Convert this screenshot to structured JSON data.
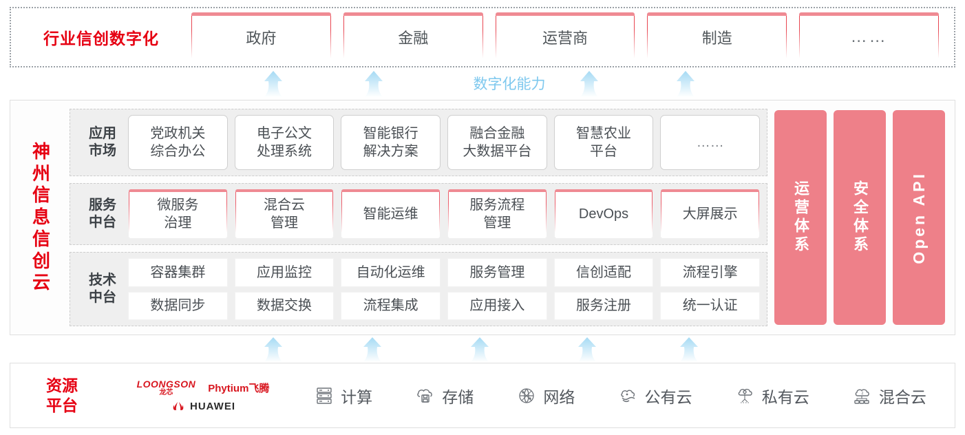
{
  "industry": {
    "title": "行业信创数字化",
    "boxes": [
      "政府",
      "金融",
      "运营商",
      "制造",
      "……"
    ]
  },
  "capability": {
    "label": "数字化能力",
    "arrow_icon": "up-arrow-icon",
    "top_arrow_count": 4,
    "bottom_arrow_count": 5
  },
  "platform": {
    "title_chars": [
      "神",
      "州",
      "信",
      "息",
      "信",
      "创",
      "云"
    ],
    "bands": [
      {
        "key": "app-market",
        "label": "应用\n市场",
        "cells": [
          "党政机关\n综合办公",
          "电子公文\n处理系统",
          "智能银行\n解决方案",
          "融合金融\n大数据平台",
          "智慧农业\n平台",
          "……"
        ]
      },
      {
        "key": "service-midend",
        "label": "服务\n中台",
        "cells": [
          "微服务\n治理",
          "混合云\n管理",
          "智能运维",
          "服务流程\n管理",
          "DevOps",
          "大屏展示"
        ]
      },
      {
        "key": "tech-midend",
        "label": "技术\n中台",
        "row1": [
          "容器集群",
          "应用监控",
          "自动化运维",
          "服务管理",
          "信创适配",
          "流程引擎"
        ],
        "row2": [
          "数据同步",
          "数据交换",
          "流程集成",
          "应用接入",
          "服务注册",
          "统一认证"
        ]
      }
    ],
    "side_panels": [
      {
        "text": "运营体系",
        "orientation": "vertical-cjk"
      },
      {
        "text": "安全体系",
        "orientation": "vertical-cjk"
      },
      {
        "text": "Open API",
        "orientation": "vertical-latin"
      }
    ]
  },
  "resource": {
    "title": "资源\n平台",
    "vendors": [
      {
        "name_en": "LOONGSON",
        "name_cn": "龙芯",
        "icon": "loongson-logo"
      },
      {
        "name": "Phytium飞腾",
        "icon": "phytium-logo"
      },
      {
        "name": "HUAWEI",
        "icon": "huawei-logo"
      }
    ],
    "items": [
      {
        "label": "计算",
        "icon": "server-icon"
      },
      {
        "label": "存储",
        "icon": "cloud-storage-icon"
      },
      {
        "label": "网络",
        "icon": "network-globe-icon"
      },
      {
        "label": "公有云",
        "icon": "public-cloud-icon"
      },
      {
        "label": "私有云",
        "icon": "private-cloud-icon"
      },
      {
        "label": "混合云",
        "icon": "hybrid-cloud-icon"
      }
    ]
  },
  "colors": {
    "brand_red": "#e60012",
    "pink_panel": "#ee8089",
    "pink_border": "#ef8a93",
    "arrow_blue": "#a9dcf5",
    "capability_text": "#7ec8ee"
  }
}
